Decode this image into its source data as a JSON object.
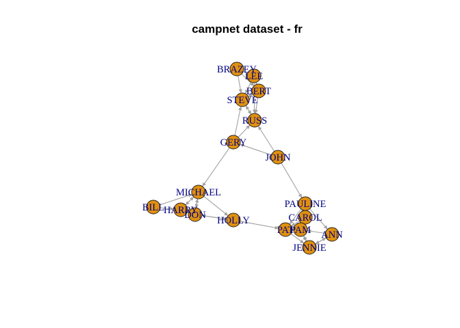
{
  "title": "campnet dataset - fr",
  "colors": {
    "node_fill": "#e0900f",
    "node_border": "#222222",
    "label": "#000080",
    "edge": "#a0a0a0"
  },
  "nodes": [
    {
      "id": "BRAZEY",
      "label": "BRAZEY"
    },
    {
      "id": "LEE",
      "label": "LEE"
    },
    {
      "id": "BERT",
      "label": "BERT"
    },
    {
      "id": "STEVE",
      "label": "STEVE"
    },
    {
      "id": "RUSS",
      "label": "RUSS"
    },
    {
      "id": "GERY",
      "label": "GERY"
    },
    {
      "id": "JOHN",
      "label": "JOHN"
    },
    {
      "id": "MICHAEL",
      "label": "MICHAEL"
    },
    {
      "id": "BILL",
      "label": "BILL"
    },
    {
      "id": "HARRY",
      "label": "HARRY"
    },
    {
      "id": "DON",
      "label": "DON"
    },
    {
      "id": "HOLLY",
      "label": "HOLLY"
    },
    {
      "id": "PAULINE",
      "label": "PAULINE"
    },
    {
      "id": "CAROL",
      "label": "CAROL"
    },
    {
      "id": "PAT",
      "label": "PAT"
    },
    {
      "id": "PAM",
      "label": "PAM"
    },
    {
      "id": "ANN",
      "label": "ANN"
    },
    {
      "id": "JENNIE",
      "label": "JENNIE"
    }
  ],
  "edges": [
    [
      "BRAZEY",
      "STEVE"
    ],
    [
      "BRAZEY",
      "BERT"
    ],
    [
      "LEE",
      "STEVE"
    ],
    [
      "LEE",
      "BERT"
    ],
    [
      "LEE",
      "RUSS"
    ],
    [
      "BERT",
      "STEVE"
    ],
    [
      "BERT",
      "RUSS"
    ],
    [
      "STEVE",
      "RUSS"
    ],
    [
      "STEVE",
      "BERT"
    ],
    [
      "RUSS",
      "STEVE"
    ],
    [
      "GERY",
      "STEVE"
    ],
    [
      "GERY",
      "RUSS"
    ],
    [
      "GERY",
      "MICHAEL"
    ],
    [
      "JOHN",
      "GERY"
    ],
    [
      "JOHN",
      "RUSS"
    ],
    [
      "JOHN",
      "PAULINE"
    ],
    [
      "MICHAEL",
      "HARRY"
    ],
    [
      "MICHAEL",
      "DON"
    ],
    [
      "MICHAEL",
      "HOLLY"
    ],
    [
      "BILL",
      "MICHAEL"
    ],
    [
      "BILL",
      "HARRY"
    ],
    [
      "HARRY",
      "MICHAEL"
    ],
    [
      "HARRY",
      "DON"
    ],
    [
      "DON",
      "MICHAEL"
    ],
    [
      "DON",
      "HARRY"
    ],
    [
      "DON",
      "HOLLY"
    ],
    [
      "HOLLY",
      "PAT"
    ],
    [
      "HOLLY",
      "DON"
    ],
    [
      "PAULINE",
      "PAT"
    ],
    [
      "PAULINE",
      "CAROL"
    ],
    [
      "PAULINE",
      "ANN"
    ],
    [
      "CAROL",
      "PAT"
    ],
    [
      "CAROL",
      "PAM"
    ],
    [
      "PAT",
      "PAM"
    ],
    [
      "PAT",
      "JENNIE"
    ],
    [
      "PAM",
      "JENNIE"
    ],
    [
      "PAM",
      "CAROL"
    ],
    [
      "ANN",
      "JENNIE"
    ],
    [
      "ANN",
      "PAM"
    ],
    [
      "JENNIE",
      "PAM"
    ],
    [
      "JENNIE",
      "ANN"
    ]
  ]
}
